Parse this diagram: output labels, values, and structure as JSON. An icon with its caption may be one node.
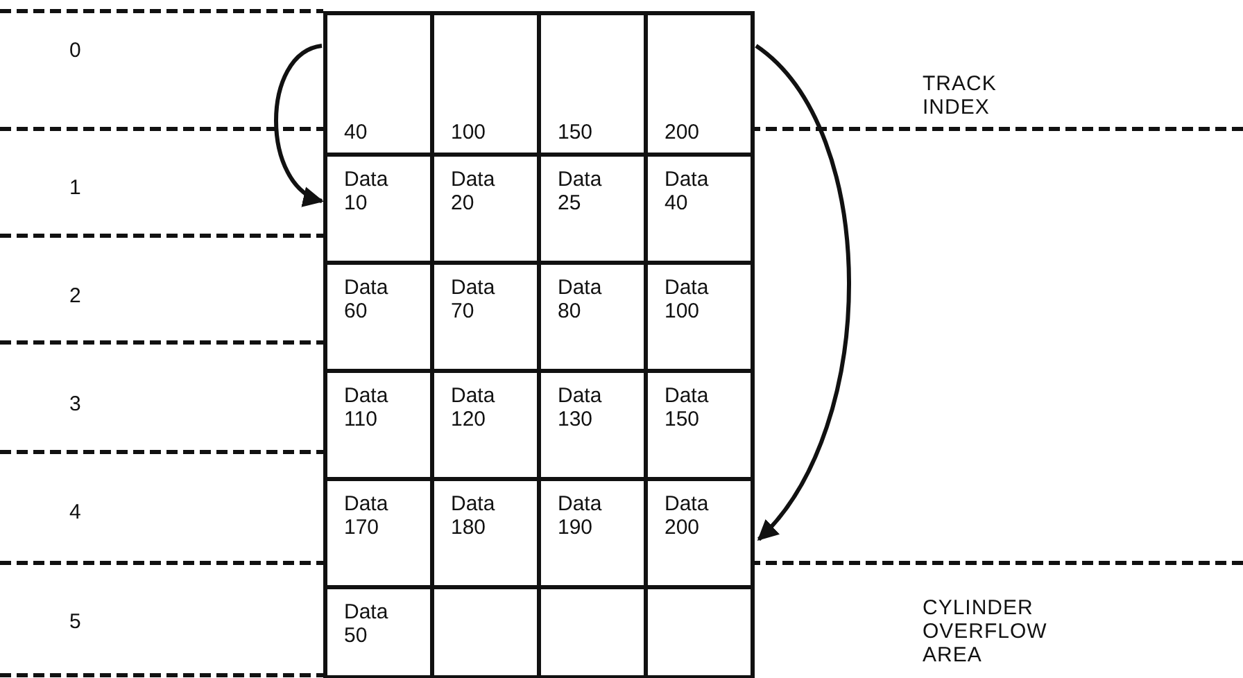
{
  "diagram": {
    "nodes": [
      {
        "text": [
          "40"
        ]
      },
      {
        "text": [
          "100"
        ]
      },
      {
        "text": [
          "150"
        ]
      },
      {
        "text": [
          "200"
        ]
      },
      {
        "text": [
          "Data 10"
        ]
      },
      {
        "text": [
          "Data 20"
        ]
      },
      {
        "text": [
          "Data 25"
        ]
      },
      {
        "text": [
          "Data 40"
        ]
      },
      {
        "text": [
          "Data 60"
        ]
      },
      {
        "text": [
          "Data 70"
        ]
      },
      {
        "text": [
          "Data 80"
        ]
      },
      {
        "text": [
          "Data 100"
        ]
      },
      {
        "text": [
          "Data 110"
        ]
      },
      {
        "text": [
          "Data 120"
        ]
      },
      {
        "text": [
          "Data 130"
        ]
      },
      {
        "text": [
          "Data 150"
        ]
      },
      {
        "text": [
          "Data 170"
        ]
      },
      {
        "text": [
          "Data 180"
        ]
      },
      {
        "text": [
          "Data 190"
        ]
      },
      {
        "text": [
          "Data 200"
        ]
      },
      {
        "text": [
          "Data 50"
        ]
      },
      {
        "text": [],
        "shape": "box"
      },
      {
        "text": [],
        "shape": "box"
      },
      {
        "text": [],
        "shape": "box"
      }
    ],
    "edges": [
      {
        "from": 0,
        "to": 4,
        "arrow": "to"
      },
      {
        "from": 3,
        "to": 19,
        "arrow": "to"
      }
    ],
    "labels": [
      "0",
      "TRACK INDEX",
      "1",
      "2",
      "3",
      "4",
      "5",
      "CYLINDER OVERFLOW AREA"
    ]
  }
}
